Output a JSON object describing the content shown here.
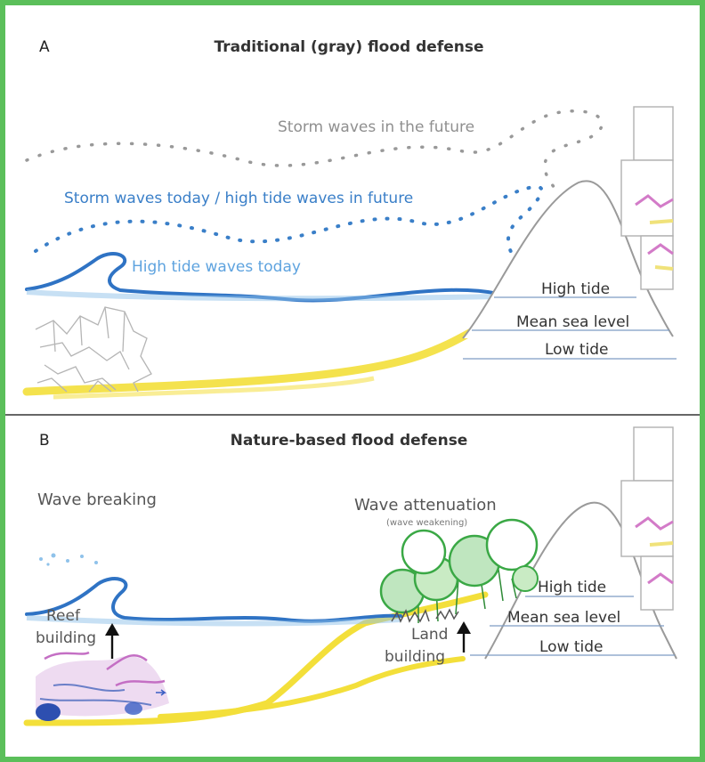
{
  "panel_a": {
    "letter": "A",
    "title": "Traditional (gray) flood defense",
    "labels": {
      "storm_future": "Storm waves in the future",
      "storm_today": "Storm waves today / high tide waves in future",
      "high_tide_today": "High tide waves today",
      "high_tide": "High tide",
      "mean_sea_level": "Mean sea level",
      "low_tide": "Low tide"
    }
  },
  "panel_b": {
    "letter": "B",
    "title": "Nature-based flood defense",
    "labels": {
      "wave_breaking": "Wave breaking",
      "wave_attenuation": "Wave attenuation",
      "wave_weakening": "(wave weakening)",
      "reef_line1": "Reef",
      "reef_line2": "building",
      "land_line1": "Land",
      "land_line2": "building",
      "high_tide": "High tide",
      "mean_sea_level": "Mean sea level",
      "low_tide": "Low tide"
    }
  },
  "colors": {
    "frame": "#5bbf5a",
    "water": "#2f73c4",
    "water_light": "#8fc2ea",
    "storm_today_dots": "#3a7fc8",
    "storm_future_dots": "#999999",
    "sand": "#f3df3a",
    "reference_line": "#7d9cc4",
    "foliage": "#3aa845",
    "reef": "#c46fc4",
    "sketch": "#aaaaaa"
  }
}
